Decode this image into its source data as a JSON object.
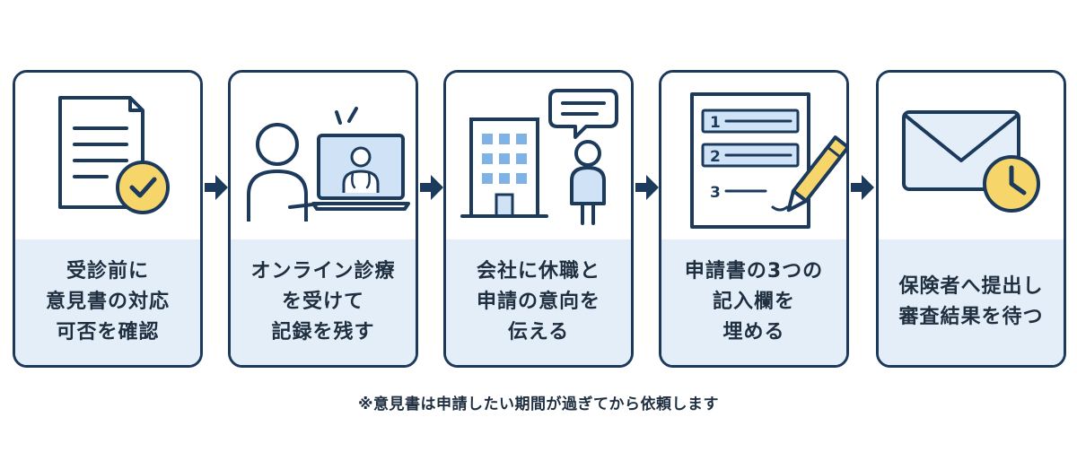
{
  "steps": [
    {
      "lines": [
        "受診前に",
        "意見書の対応",
        "可否を確認"
      ],
      "icon": "document-check-icon"
    },
    {
      "lines": [
        "オンライン診療",
        "を受けて",
        "記録を残す"
      ],
      "icon": "online-consultation-icon"
    },
    {
      "lines": [
        "会社に休職と",
        "申請の意向を",
        "伝える"
      ],
      "icon": "company-speech-icon"
    },
    {
      "lines": [
        "申請書の3つの",
        "記入欄を",
        "埋める"
      ],
      "icon": "numbered-form-icon"
    },
    {
      "lines": [
        "保険者へ提出し",
        "審査結果を待つ"
      ],
      "icon": "envelope-clock-icon"
    }
  ],
  "form_numbers": [
    "1",
    "2",
    "3"
  ],
  "note": "※意見書は申請したい期間が過ぎてから依頼します",
  "colors": {
    "navy": "#1b3a5c",
    "panel_blue": "#e3eef9",
    "light_blue": "#cfe2f6",
    "accent_blue": "#7fb2e5",
    "yellow": "#f6d66a"
  }
}
